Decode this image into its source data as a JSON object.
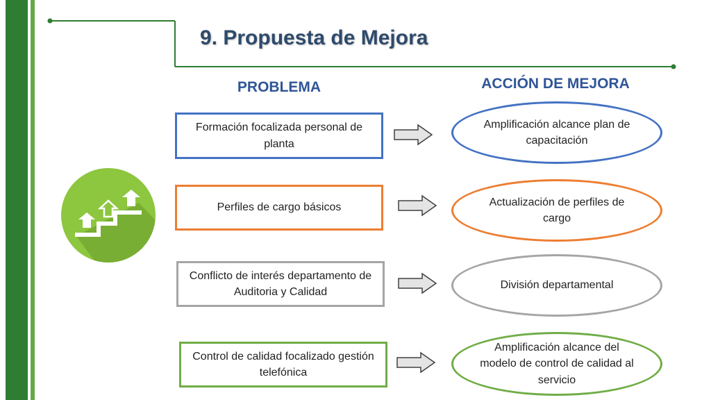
{
  "slide": {
    "title": "9. Propuesta de Mejora",
    "problem_heading": "PROBLEMA",
    "action_heading": "ACCIÓN DE MEJORA"
  },
  "problems": [
    "Formación focalizada personal de planta",
    "Perfiles de cargo básicos",
    "Conflicto de interés departamento de Auditoria y Calidad",
    "Control de calidad focalizado gestión telefónica"
  ],
  "actions": [
    "Amplificación alcance plan de capacitación",
    "Actualización de perfiles de cargo",
    "División departamental",
    "Amplificación alcance del modelo de control de calidad al servicio"
  ],
  "icon": {
    "name": "stairs-up-icon",
    "circle_color": "#8dc63f",
    "shadow_color": "#6a9a2c"
  },
  "colors": {
    "dark_green": "#2e7d32",
    "light_green": "#66a84a",
    "title": "#2e4a6b",
    "heading": "#2f5597",
    "row1": "#4472c4",
    "row2": "#ed7d31",
    "row3": "#a5a5a5",
    "row4": "#70ad47"
  }
}
